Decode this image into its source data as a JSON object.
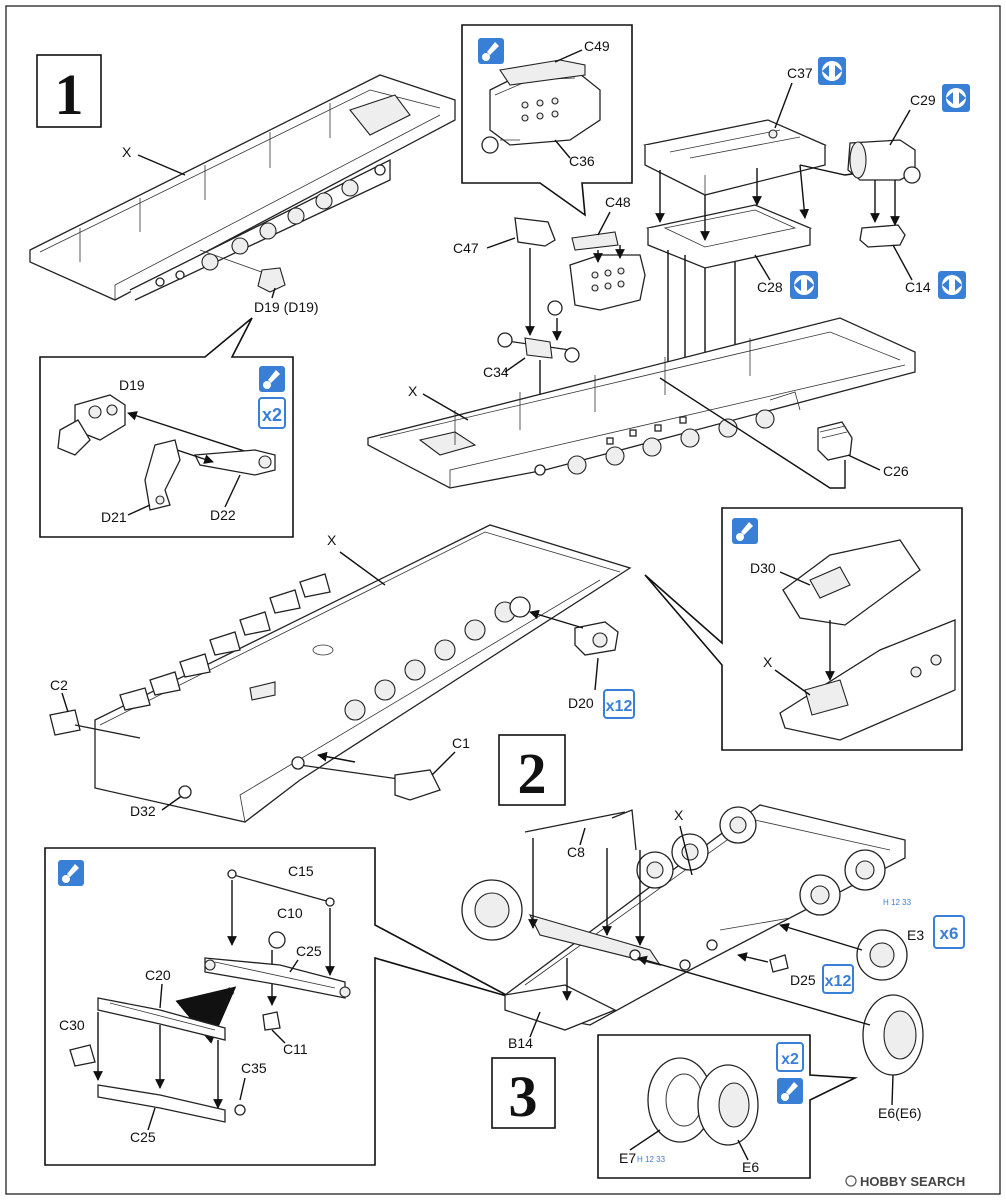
{
  "steps": {
    "s1": "1",
    "s2": "2",
    "s3": "3"
  },
  "labels": {
    "x1": "X",
    "d19_main": "D19 (D19)",
    "d19": "D19",
    "d21": "D21",
    "d22": "D22",
    "x2_sub1": "x2",
    "c49": "C49",
    "c36": "C36",
    "c48": "C48",
    "c47": "C47",
    "c34": "C34",
    "c37": "C37",
    "c29": "C29",
    "c28": "C28",
    "c14": "C14",
    "c26": "C26",
    "x3": "X",
    "x_mid": "X",
    "c2": "C2",
    "c1": "C1",
    "d20": "D20",
    "x12a": "x12",
    "d32": "D32",
    "d30": "D30",
    "x_inset": "X",
    "c15": "C15",
    "c10": "C10",
    "c25a": "C25",
    "c20": "C20",
    "c30": "C30",
    "c11": "C11",
    "c35": "C35",
    "c25b": "C25",
    "c8": "C8",
    "x_low": "X",
    "e3": "E3",
    "x6": "x6",
    "d25": "D25",
    "x12b": "x12",
    "b14": "B14",
    "e6e6": "E6(E6)",
    "e7": "E7",
    "e6": "E6",
    "x2_sub2": "x2",
    "h12_33a": "H 12 33",
    "h12_33b": "H 12 33"
  },
  "watermark": "HOBBY SEARCH",
  "icons": [
    "paint-brush-icon",
    "left-right-orientation-icon",
    "quantity-badge-icon"
  ],
  "colors": {
    "accent_blue": "#3a7fd6",
    "line": "#111111"
  }
}
